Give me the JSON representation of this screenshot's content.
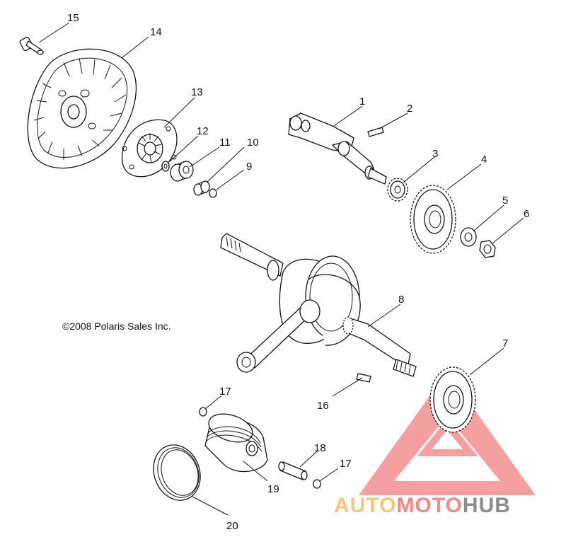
{
  "copyright": "©2008 Polaris Sales Inc.",
  "callouts": [
    "1",
    "2",
    "3",
    "4",
    "5",
    "6",
    "7",
    "8",
    "9",
    "10",
    "11",
    "12",
    "13",
    "14",
    "15",
    "16",
    "17",
    "17",
    "18",
    "19",
    "20"
  ],
  "watermark": {
    "word_a": "AUTO",
    "word_b": "MOTO",
    "word_c": "HUB",
    "color_a": "#f6c47c",
    "color_b": "#ee8a86",
    "color_c": "#8c8c8c",
    "triangle_color": "#f08080"
  }
}
